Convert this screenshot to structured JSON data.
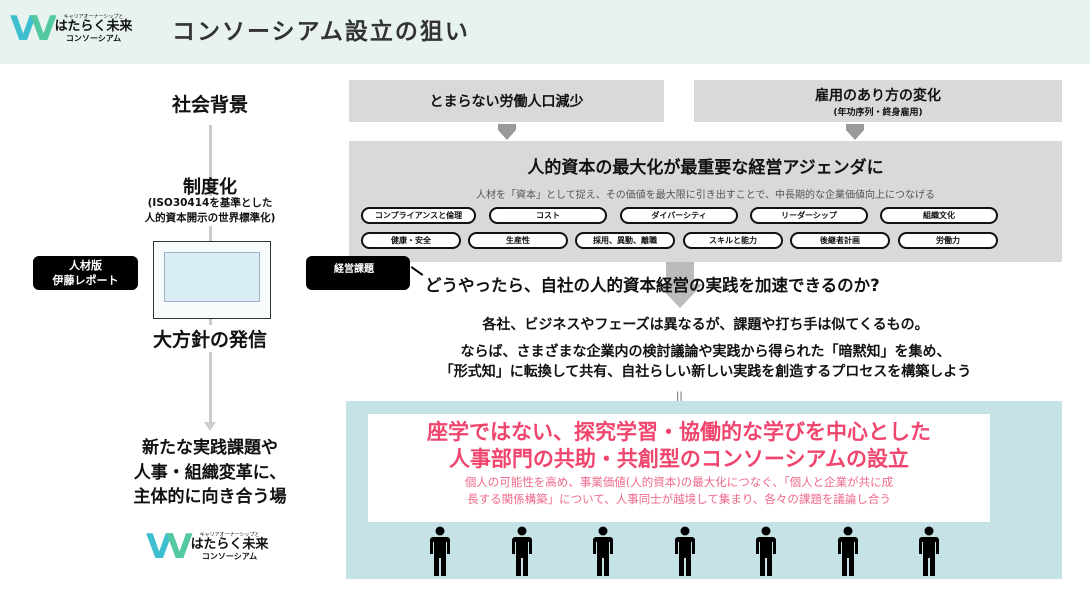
{
  "header": {
    "logo": {
      "tagline": "キャリアオーナーシップと",
      "name": "はたらく未来",
      "sub": "コンソーシアム"
    },
    "title": "コンソーシアム設立の狙い"
  },
  "left": {
    "background": "社会背景",
    "institution": "制度化",
    "institution_note_1": "(ISO30414を基準とした",
    "institution_note_2": "人的資本開示の世界標準化)",
    "callout_1": "人材版",
    "callout_2": "伊藤レポート",
    "policy": "大方針の発信",
    "goal_1": "新たな実践課題や",
    "goal_2": "人事・組織変革に、",
    "goal_3": "主体的に向き合う場"
  },
  "top_boxes": [
    {
      "title": "とまらない労働人口減少"
    },
    {
      "title": "雇用のあり方の変化",
      "sub": "(年功序列・終身雇用)"
    }
  ],
  "agenda": {
    "title": "人的資本の最大化が最重要な経営アジェンダに",
    "desc": "人材を「資本」として捉え、その価値を最大限に引き出すことで、中長期的な企業価値向上につなげる",
    "pills_row1": [
      "コンプライアンスと倫理",
      "コスト",
      "ダイバーシティ",
      "リーダーシップ",
      "組織文化"
    ],
    "pills_row2": [
      "健康・安全",
      "生産性",
      "採用、異動、離職",
      "スキルと能力",
      "後継者計画",
      "労働力"
    ]
  },
  "issue": {
    "label": "経営課題",
    "question": "どうやったら、自社の人的資本経営の実践を加速できるのか?"
  },
  "message": {
    "line1": "各社、ビジネスやフェーズは異なるが、課題や打ち手は似てくるもの。",
    "line2": "ならば、さまざまな企業内の検討議論や実践から得られた「暗黙知」を集め、",
    "line3": "「形式知」に転換して共有、自社らしい新しい実践を創造するプロセスを構築しよう",
    "equals": "||"
  },
  "consortium": {
    "headline_1": "座学ではない、探究学習・協働的な学びを中心とした",
    "headline_2": "人事部門の共助・共創型のコンソーシアムの設立",
    "desc_1": "個人の可能性を高め、事業価値(人的資本)の最大化につなぐ、「個人と企業が共に成",
    "desc_2": "長する関係構築」について、人事同士が越境して集まり、各々の課題を議論し合う",
    "people_count": 7
  },
  "colors": {
    "header_bg": "#e8f3f0",
    "teal_box": "#c5e3e6",
    "pink": "#f0466e",
    "gray": "#d9d9d9"
  }
}
